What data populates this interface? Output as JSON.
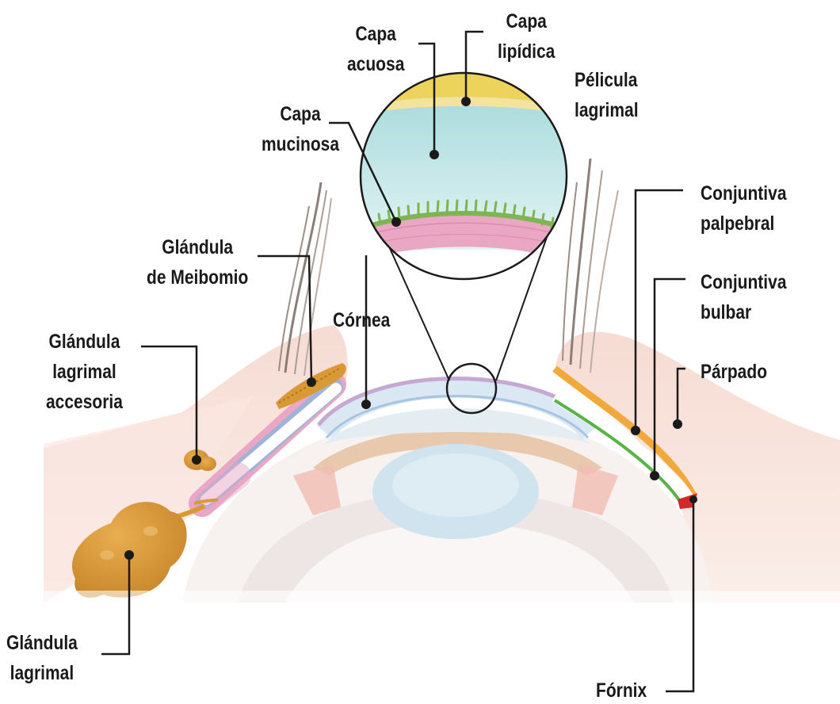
{
  "labels": {
    "lipid": [
      "Capa",
      "lipídica"
    ],
    "aqueous": [
      "Capa",
      "acuosa"
    ],
    "tear_film": [
      "Pélicula",
      "lagrimal"
    ],
    "mucin": [
      "Capa",
      "mucinosa"
    ],
    "palpebral_conj": [
      "Conjuntiva",
      "palpebral"
    ],
    "meibomian": [
      "Glándula",
      "de Meibomio"
    ],
    "bulbar_conj": [
      "Conjuntiva",
      "bulbar"
    ],
    "cornea": "Córnea",
    "accessory_gland": [
      "Glándula",
      "lagrimal",
      "accesoria"
    ],
    "eyelid": "Párpado",
    "lacrimal_gland": [
      "Glándula",
      "lagrimal"
    ],
    "fornix": "Fórnix"
  },
  "colors": {
    "lipid_layer": "#ecd35c",
    "aqueous_layer": "#b8e2e6",
    "mucin_layer": "#7fb452",
    "epithelium": "#e9a7c4",
    "gland": "#d99a35",
    "eyelid_skin": "#f4d6cc",
    "palpebral_line": "#f2a93b",
    "bulbar_line": "#58b347",
    "fornix_mark": "#d22a2a",
    "leader": "#1a1a1a"
  }
}
